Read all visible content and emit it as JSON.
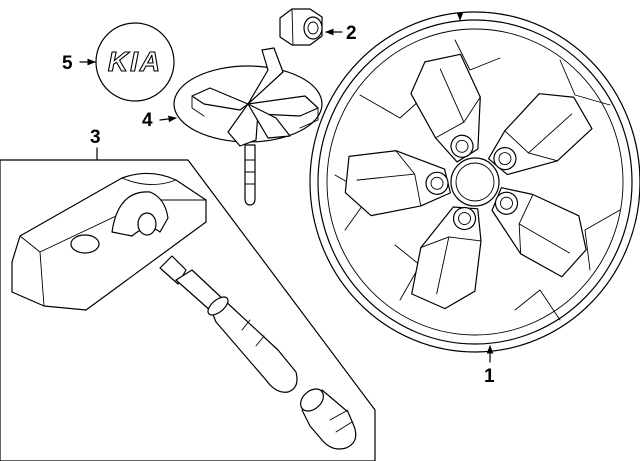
{
  "callouts": [
    {
      "id": "wheel",
      "label": "1"
    },
    {
      "id": "lug-nut",
      "label": "2"
    },
    {
      "id": "sensor-kit",
      "label": "3"
    },
    {
      "id": "center-cap",
      "label": "4"
    },
    {
      "id": "emblem",
      "label": "5"
    }
  ],
  "emblem_text": "KIA",
  "colors": {
    "line": "#000000",
    "background": "#ffffff"
  }
}
